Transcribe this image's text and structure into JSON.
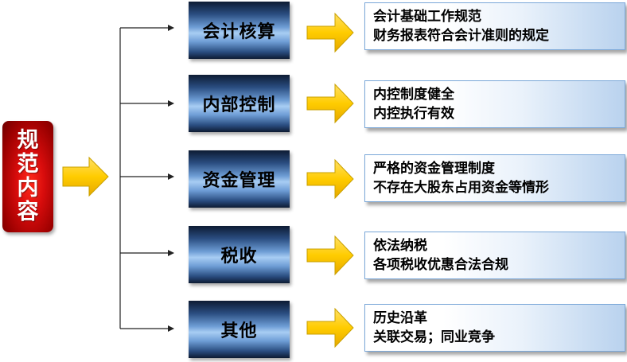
{
  "root": {
    "label": "规范内容"
  },
  "colors": {
    "root_red": "#d80c0c",
    "arrow_yellow": "#ffcc00",
    "category_blue": "#6f9ed6",
    "desc_border": "#7aa7d8"
  },
  "categories": [
    {
      "label": "会计核算",
      "lines": [
        "会计基础工作规范",
        "财务报表符合会计准则的规定"
      ]
    },
    {
      "label": "内部控制",
      "lines": [
        "内控制度健全",
        "内控执行有效"
      ]
    },
    {
      "label": "资金管理",
      "lines": [
        "严格的资金管理制度",
        "不存在大股东占用资金等情形"
      ]
    },
    {
      "label": "税收",
      "lines": [
        "依法纳税",
        "各项税收优惠合法合规"
      ]
    },
    {
      "label": "其他",
      "lines": [
        "历史沿革",
        "关联交易；同业竞争"
      ]
    }
  ]
}
